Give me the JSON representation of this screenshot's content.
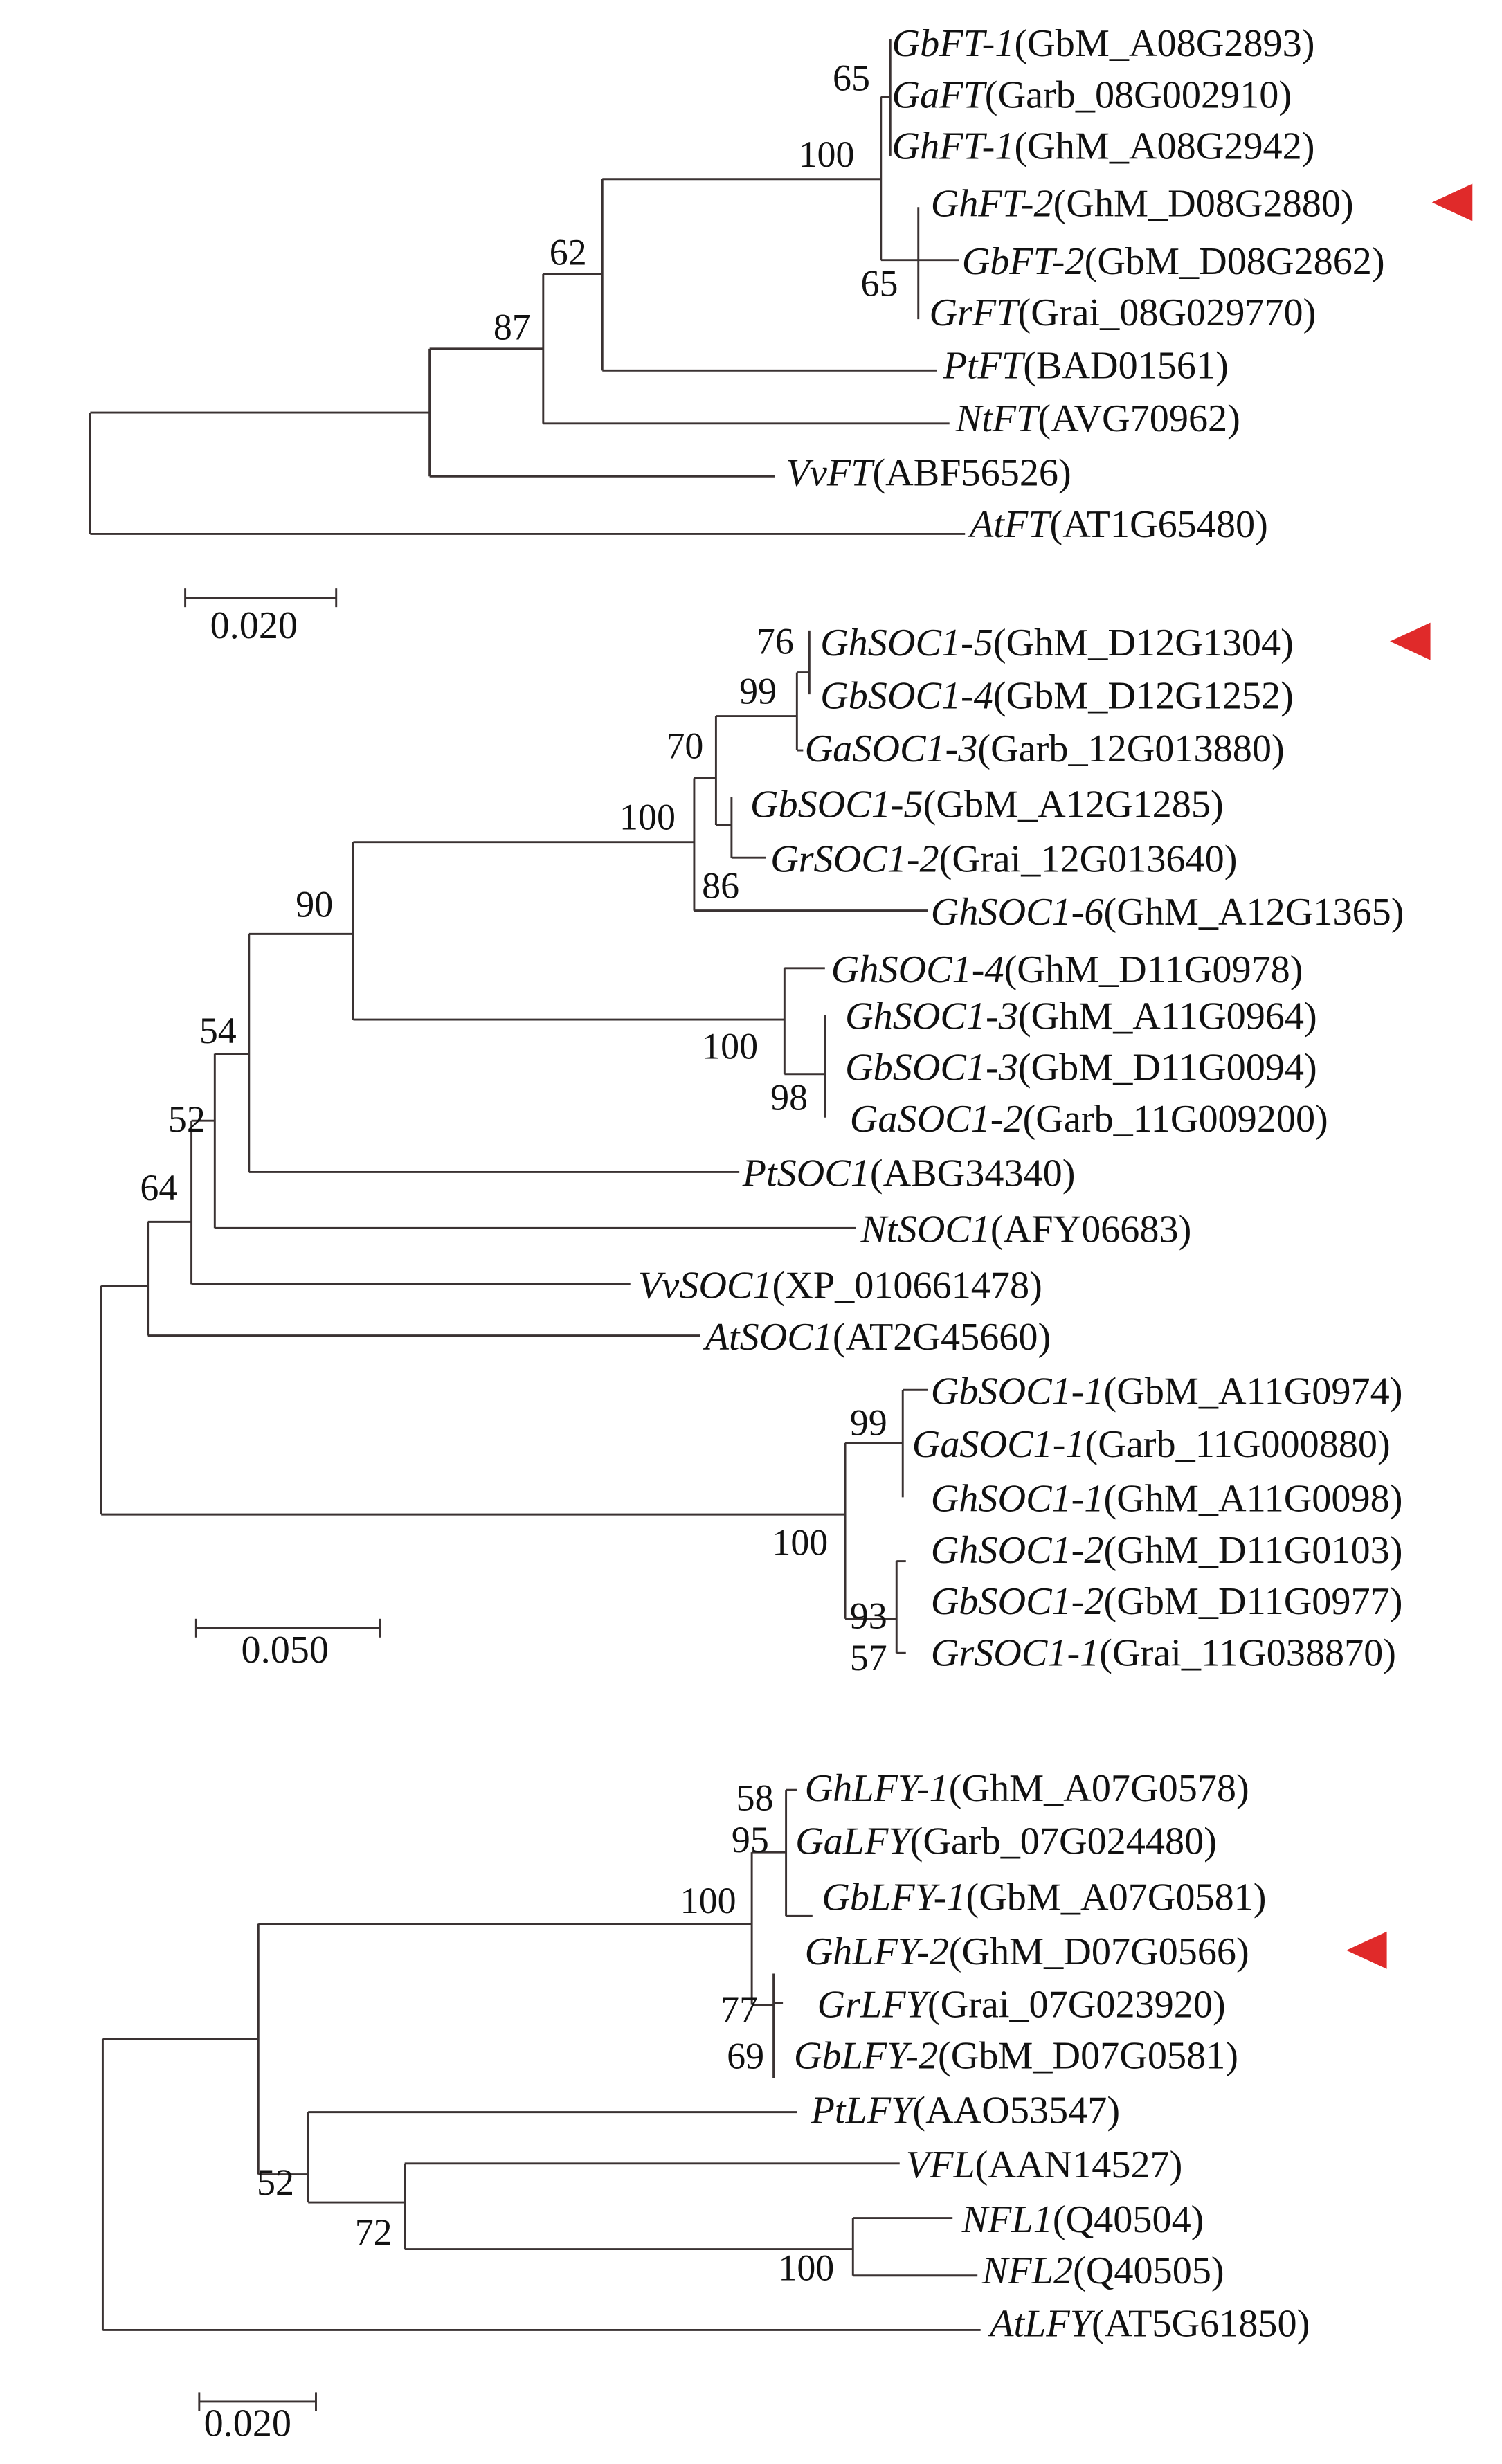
{
  "colors": {
    "branch": "#3a3232",
    "marker": "#e02a2a",
    "text": "#111111"
  },
  "trees": [
    {
      "gene": "FT",
      "scale_label": "0.020",
      "leaves": [
        {
          "name": "GbFT-1",
          "id": "(GbM_A08G2893)",
          "highlighted": false
        },
        {
          "name": "GaFT",
          "id": "(Garb_08G002910)",
          "highlighted": false
        },
        {
          "name": "GhFT-1",
          "id": "(GhM_A08G2942)",
          "highlighted": false
        },
        {
          "name": "GhFT-2",
          "id": "(GhM_D08G2880)",
          "highlighted": true
        },
        {
          "name": "GbFT-2",
          "id": "(GbM_D08G2862)",
          "highlighted": false
        },
        {
          "name": "GrFT",
          "id": "(Grai_08G029770)",
          "highlighted": false
        },
        {
          "name": "PtFT",
          "id": "(BAD01561)",
          "highlighted": false
        },
        {
          "name": "NtFT",
          "id": "(AVG70962)",
          "highlighted": false
        },
        {
          "name": "VvFT",
          "id": "(ABF56526)",
          "highlighted": false
        },
        {
          "name": "AtFT",
          "id": "(AT1G65480)",
          "highlighted": false
        }
      ],
      "bootstrap": [
        "65",
        "100",
        "65",
        "62",
        "87"
      ]
    },
    {
      "gene": "SOC1",
      "scale_label": "0.050",
      "leaves": [
        {
          "name": "GhSOC1-5",
          "id": "(GhM_D12G1304)",
          "highlighted": true
        },
        {
          "name": "GbSOC1-4",
          "id": "(GbM_D12G1252)",
          "highlighted": false
        },
        {
          "name": "GaSOC1-3",
          "id": "(Garb_12G013880)",
          "highlighted": false
        },
        {
          "name": "GbSOC1-5",
          "id": "(GbM_A12G1285)",
          "highlighted": false
        },
        {
          "name": "GrSOC1-2",
          "id": "(Grai_12G013640)",
          "highlighted": false
        },
        {
          "name": "GhSOC1-6",
          "id": "(GhM_A12G1365)",
          "highlighted": false
        },
        {
          "name": "GhSOC1-4",
          "id": "(GhM_D11G0978)",
          "highlighted": false
        },
        {
          "name": "GhSOC1-3",
          "id": "(GhM_A11G0964)",
          "highlighted": false
        },
        {
          "name": "GbSOC1-3",
          "id": "(GbM_D11G0094)",
          "highlighted": false
        },
        {
          "name": "GaSOC1-2",
          "id": "(Garb_11G009200)",
          "highlighted": false
        },
        {
          "name": "PtSOC1",
          "id": "(ABG34340)",
          "highlighted": false
        },
        {
          "name": "NtSOC1",
          "id": "(AFY06683)",
          "highlighted": false
        },
        {
          "name": "VvSOC1",
          "id": "(XP_010661478)",
          "highlighted": false
        },
        {
          "name": "AtSOC1",
          "id": "(AT2G45660)",
          "highlighted": false
        },
        {
          "name": "GbSOC1-1",
          "id": "(GbM_A11G0974)",
          "highlighted": false
        },
        {
          "name": "GaSOC1-1",
          "id": "(Garb_11G000880)",
          "highlighted": false
        },
        {
          "name": "GhSOC1-1",
          "id": "(GhM_A11G0098)",
          "highlighted": false
        },
        {
          "name": "GhSOC1-2",
          "id": "(GhM_D11G0103)",
          "highlighted": false
        },
        {
          "name": "GbSOC1-2",
          "id": "(GbM_D11G0977)",
          "highlighted": false
        },
        {
          "name": "GrSOC1-1",
          "id": "(Grai_11G038870)",
          "highlighted": false
        }
      ],
      "bootstrap": [
        "76",
        "99",
        "70",
        "100",
        "86",
        "90",
        "100",
        "98",
        "54",
        "52",
        "64",
        "99",
        "100",
        "93",
        "57"
      ]
    },
    {
      "gene": "LFY",
      "scale_label": "0.020",
      "leaves": [
        {
          "name": "GhLFY-1",
          "id": "(GhM_A07G0578)",
          "highlighted": false
        },
        {
          "name": "GaLFY",
          "id": "(Garb_07G024480)",
          "highlighted": false
        },
        {
          "name": "GbLFY-1",
          "id": "(GbM_A07G0581)",
          "highlighted": false
        },
        {
          "name": "GhLFY-2",
          "id": "(GhM_D07G0566)",
          "highlighted": true
        },
        {
          "name": "GrLFY",
          "id": "(Grai_07G023920)",
          "highlighted": false
        },
        {
          "name": "GbLFY-2",
          "id": "(GbM_D07G0581)",
          "highlighted": false
        },
        {
          "name": "PtLFY",
          "id": "(AAO53547)",
          "highlighted": false
        },
        {
          "name": "VFL",
          "id": "(AAN14527)",
          "highlighted": false
        },
        {
          "name": "NFL1",
          "id": "(Q40504)",
          "highlighted": false
        },
        {
          "name": "NFL2",
          "id": "(Q40505)",
          "highlighted": false
        },
        {
          "name": "AtLFY",
          "id": "(AT5G61850)",
          "highlighted": false
        }
      ],
      "bootstrap": [
        "58",
        "95",
        "100",
        "77",
        "69",
        "52",
        "72",
        "100"
      ]
    }
  ]
}
